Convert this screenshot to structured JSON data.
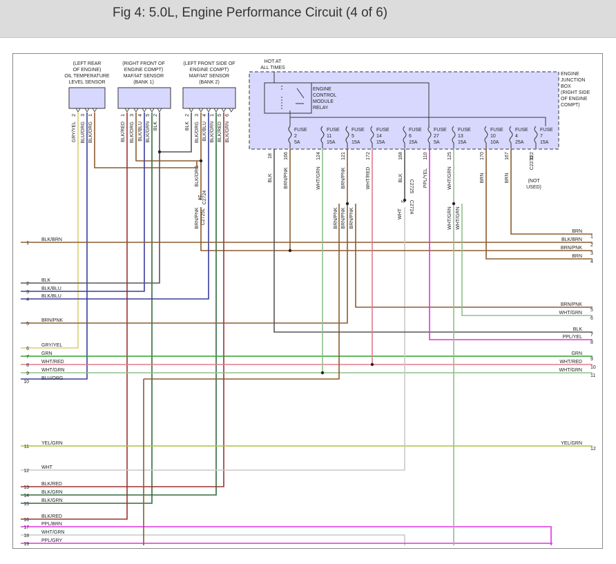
{
  "header": {
    "title": "Fig 4: 5.0L, Engine Performance Circuit (4 of 6)"
  },
  "components": {
    "oil_sensor": {
      "lines": [
        "(LEFT REAR",
        "OF ENGINE)",
        "OIL TEMPERATURE",
        "LEVEL SENSOR"
      ],
      "pins": [
        "2",
        "3",
        "1"
      ]
    },
    "maf1": {
      "lines": [
        "(RIGHT FRONT OF",
        "ENGINE COMPT)",
        "MAF/IAT SENSOR",
        "(BANK 1)"
      ],
      "pins": [
        "1",
        "3",
        "4",
        "5",
        "2"
      ]
    },
    "maf2": {
      "lines": [
        "(LEFT FRONT SIDE OF",
        "ENGINE COMPT)",
        "MAF/IAT SENSOR",
        "(BANK 2)"
      ],
      "pins": [
        "2",
        "3",
        "4",
        "1",
        "5",
        "6"
      ]
    },
    "hot_label": [
      "HOT AT",
      "ALL TIMES"
    ],
    "relay": [
      "ENGINE",
      "CONTROL",
      "MODULE",
      "RELAY"
    ],
    "jbox": [
      "ENGINE",
      "JUNCTION",
      "BOX",
      "(RIGHT SIDE",
      "OF ENGINE",
      "COMPT)"
    ],
    "not_used": [
      "(NOT",
      "USED)"
    ]
  },
  "wire_labels": {
    "oil": [
      "GRY/YEL",
      "BLU/ORG",
      "BLK/ORG"
    ],
    "maf1": [
      "BLK/RED",
      "BLK/ORG",
      "BLK/BLU",
      "BLK/GRN",
      "BLK"
    ],
    "maf2": [
      "BLK",
      "BLK/ORG",
      "BLK/BLU",
      "BLK/GRN",
      "BLK/RED",
      "BLK/GRN"
    ]
  },
  "fuses": [
    {
      "name": "FUSE",
      "num": "2",
      "amp": "5A"
    },
    {
      "name": "FUSE",
      "num": "11",
      "amp": "15A"
    },
    {
      "name": "FUSE",
      "num": "5",
      "amp": "15A"
    },
    {
      "name": "FUSE",
      "num": "14",
      "amp": "15A"
    },
    {
      "name": "FUSE",
      "num": "6",
      "amp": "15A"
    },
    {
      "name": "FUSE",
      "num": "27",
      "amp": "5A"
    },
    {
      "name": "FUSE",
      "num": "13",
      "amp": "15A"
    },
    {
      "name": "FUSE",
      "num": "10",
      "amp": "10A"
    },
    {
      "name": "FUSE",
      "num": "4",
      "amp": "25A"
    },
    {
      "name": "FUSE",
      "num": "7",
      "amp": "15A"
    }
  ],
  "jbox_pins": [
    "18",
    "166",
    "124",
    "121",
    "172",
    "168",
    "110",
    "125",
    "170",
    "167",
    "122"
  ],
  "jbox_colors": [
    "BLK",
    "BRN/PNK",
    "WHT/GRN",
    "BRN/PNK",
    "WHT/RED",
    "BLK",
    "PPL/YEL",
    "WHT/GRN",
    "BRN",
    "BRN",
    "C2270"
  ],
  "connectors": {
    "c2725l": "C2725L",
    "c2724": "C2724",
    "c2725l_pin": "14",
    "c2725l_pin2": "2",
    "c2725": "C2725",
    "c2724_b": "C2724",
    "brn_pnk_vert": "BRN/PNK",
    "blk_org_vert": "BLK/ORG",
    "wht_vert": "WHT",
    "brn_pnk_pair": [
      "BRN/PNK",
      "BRN/PNK",
      "BRN/PNK"
    ],
    "wht_grn_pair": [
      "WHT/GRN",
      "WHT/GRN"
    ]
  },
  "left_rows": [
    {
      "n": "1",
      "label": "BLK/BRN"
    },
    {
      "n": "2",
      "label": "BLK"
    },
    {
      "n": "3",
      "label": "BLK/BLU"
    },
    {
      "n": "4",
      "label": "BLK/BLU"
    },
    {
      "n": "5",
      "label": "BRN/PNK"
    },
    {
      "n": "6",
      "label": "GRY/YEL"
    },
    {
      "n": "7",
      "label": "GRN"
    },
    {
      "n": "8",
      "label": "WHT/RED"
    },
    {
      "n": "9",
      "label": "WHT/GRN"
    },
    {
      "n": "10",
      "label": "BLU/ORG"
    },
    {
      "n": "11",
      "label": "YEL/GRN"
    },
    {
      "n": "12",
      "label": "WHT"
    },
    {
      "n": "13",
      "label": "BLK/RED"
    },
    {
      "n": "14",
      "label": "BLK/GRN"
    },
    {
      "n": "15",
      "label": "BLK/GRN"
    },
    {
      "n": "16",
      "label": "BLK/RED"
    },
    {
      "n": "17",
      "label": "PPL/BRN"
    },
    {
      "n": "18",
      "label": "WHT/GRN"
    },
    {
      "n": "19",
      "label": "PPL/GRY"
    }
  ],
  "right_rows": [
    {
      "n": "1",
      "label": "BRN"
    },
    {
      "n": "2",
      "label": "BLK/BRN"
    },
    {
      "n": "3",
      "label": "BRN/PNK"
    },
    {
      "n": "4",
      "label": "BRN"
    },
    {
      "n": "5",
      "label": "BRN/PNK"
    },
    {
      "n": "6",
      "label": "WHT/GRN"
    },
    {
      "n": "7",
      "label": "BLK"
    },
    {
      "n": "8",
      "label": "PPL/YEL"
    },
    {
      "n": "9",
      "label": "GRN"
    },
    {
      "n": "10",
      "label": "WHT/RED"
    },
    {
      "n": "11",
      "label": "WHT/GRN"
    },
    {
      "n": "12",
      "label": "YEL/GRN"
    }
  ],
  "colors": {
    "brn": "#8b5a2b",
    "blk": "#555555",
    "blu": "#3a3a9a",
    "grn": "#2aa02a",
    "yel_grn": "#a8c23a",
    "wht_red": "#e07a8a",
    "wht_grn": "#8cc08c",
    "gry_yel": "#d8d070",
    "wht": "#c8c8c8",
    "blk_red": "#9a3030",
    "blk_grn": "#2f6a3a",
    "ppl": "#e030e0",
    "jbox_fill": "#d8d8ff"
  }
}
